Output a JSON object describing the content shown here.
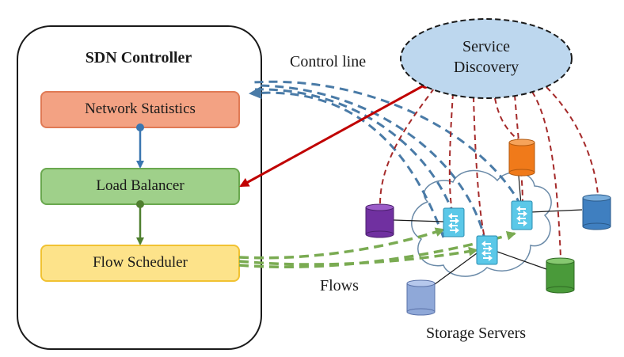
{
  "controller": {
    "title": "SDN Controller",
    "modules": {
      "network_statistics": "Network Statistics",
      "load_balancer": "Load Balancer",
      "flow_scheduler": "Flow Scheduler"
    }
  },
  "service_discovery": {
    "line1": "Service",
    "line2": "Discovery"
  },
  "labels": {
    "control_line": "Control line",
    "flows": "Flows",
    "storage_servers": "Storage Servers"
  },
  "colors": {
    "network_statistics_fill": "#f3a283",
    "network_statistics_border": "#e07a55",
    "load_balancer_fill": "#9fd08a",
    "load_balancer_border": "#6aa84f",
    "flow_scheduler_fill": "#fde38a",
    "flow_scheduler_border": "#f1c232",
    "service_discovery_fill": "#bdd7ee",
    "control_line": "#c00000",
    "statistics_lines": "#4a7ba7",
    "flow_lines": "#7aab52",
    "discovery_lines": "#a52a2a",
    "switch": "#5bc8e8"
  },
  "icons": [
    "switch-icon",
    "storage-server-icon",
    "cloud-network"
  ]
}
